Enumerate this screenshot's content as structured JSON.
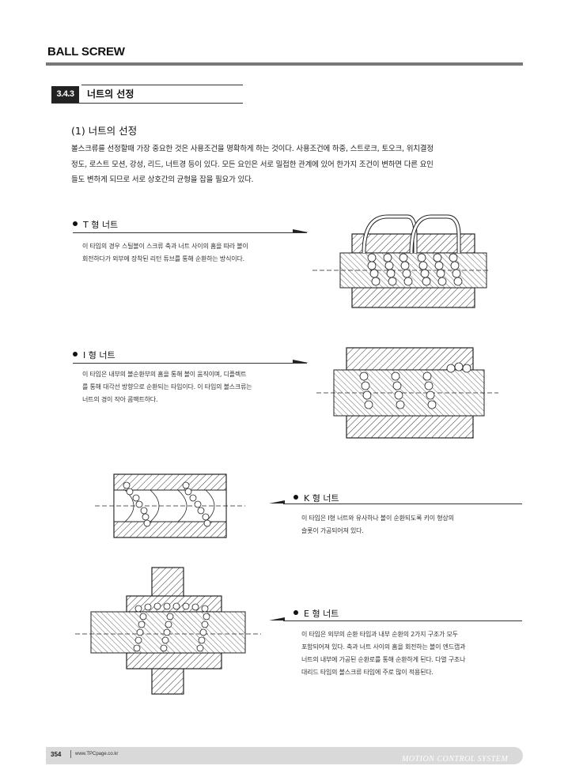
{
  "header": {
    "title": "BALL SCREW"
  },
  "section": {
    "number": "3.4.3",
    "title": "너트의 선정"
  },
  "subsection": {
    "heading": "(1) 너트의 선정"
  },
  "intro_lines": [
    "볼스크류를 선정할때 가장 중요한 것은 사용조건을 명확하게 하는 것이다. 사용조건에 하중, 스트로크, 토오크, 위치결정",
    "정도, 로스트 모션, 강성, 리드, 너트경 등이 있다. 모든 요인은 서로 밀접한 관계에 있어 한가지 조건이 변하면 다른 요인",
    "들도 변하게 되므로 서로 상호간의 균형을 잡을 필요가 있다."
  ],
  "nut_types": [
    {
      "title": "T 형 너트",
      "lines": [
        "이 타입의 경우 스틸볼이 스크류 축과 너트 사이의 홈을 따라 볼이",
        "회전하다가 외부에 장착된 리턴 튜브를 통해 순환하는 방식이다."
      ]
    },
    {
      "title": "I 형 너트",
      "lines": [
        "이 타입은 내부의 볼순환부의 홈을 통해 볼이 움직이며, 디플렉트",
        "를 통해 대각선 방향으로 순환되는 타입이다. 이 타입의 볼스크류는",
        "너트의 경이 작아 콤팩트하다."
      ]
    },
    {
      "title": "K 형 너트",
      "lines": [
        "이 타입은 I형 너트와 유사하나 볼이 순환되도록 키이 형상의",
        "슬롯이 가공되어져 있다."
      ]
    },
    {
      "title": "E 형 너트",
      "lines": [
        "이 타입은 외부의 순환 타입과 내부 순환의 2가지 구조가 모두",
        "포함되어져 있다. 축과 너트 사이의 홈을 회전하는 볼이 엔드캡과",
        "너트의 내부에 가공된 순환로를 통해 순환하게 된다. 다열 구조나",
        "대리드 타입의 볼스크류 타입에 주로 많이 적용된다."
      ]
    }
  ],
  "footer": {
    "page": "354",
    "url": "www.TPCpage.co.kr",
    "brand": "MOTION CONTROL SYSTEM"
  }
}
